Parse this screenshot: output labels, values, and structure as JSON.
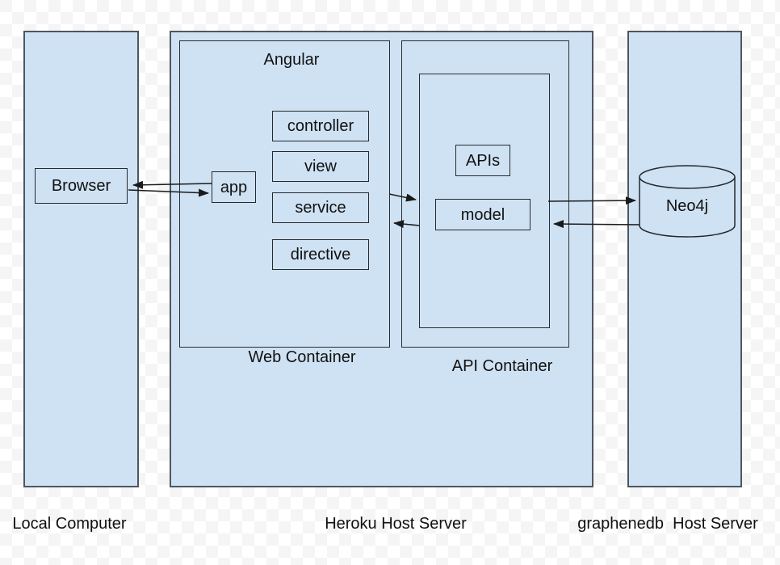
{
  "diagram": {
    "local_computer": {
      "label": "Local Computer",
      "browser_label": "Browser"
    },
    "heroku": {
      "label": "Heroku Host Server",
      "web_container": {
        "label": "Web Container",
        "title": "Angular",
        "app_label": "app",
        "components": [
          "controller",
          "view",
          "service",
          "directive"
        ]
      },
      "api_container": {
        "label": "API Container",
        "apis_label": "APIs",
        "model_label": "model"
      }
    },
    "graphenedb": {
      "label": "graphenedb  Host Server",
      "database_label": "Neo4j"
    },
    "colors": {
      "box_fill": "#cfe2f3",
      "column_border": "#4e565f",
      "box_border": "#24292e",
      "arrow": "#1a1a1a",
      "background_checker": "#f5f5f5"
    }
  }
}
